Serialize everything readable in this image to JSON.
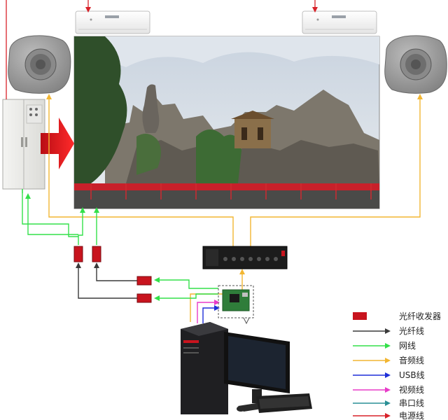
{
  "legend": {
    "items": [
      {
        "key": "fiber_transceiver",
        "label": "光纤收发器",
        "color": "#c8141e",
        "kind": "block"
      },
      {
        "key": "fiber_line",
        "label": "光纤线",
        "color": "#3a3a3a",
        "kind": "arrow"
      },
      {
        "key": "network_line",
        "label": "网线",
        "color": "#33e04a",
        "kind": "arrow"
      },
      {
        "key": "audio_line",
        "label": "音频线",
        "color": "#f2b632",
        "kind": "arrow"
      },
      {
        "key": "usb_line",
        "label": "USB线",
        "color": "#1e2fd8",
        "kind": "arrow"
      },
      {
        "key": "video_line",
        "label": "视频线",
        "color": "#e83cc8",
        "kind": "arrow"
      },
      {
        "key": "serial_line",
        "label": "串口线",
        "color": "#2a8f95",
        "kind": "arrow"
      },
      {
        "key": "power_line",
        "label": "电源线",
        "color": "#d8222a",
        "kind": "arrow"
      }
    ]
  },
  "colors": {
    "transceiver": "#c8141e",
    "fiber": "#3a3a3a",
    "network": "#33e04a",
    "audio": "#f2b632",
    "usb": "#1e2fd8",
    "video": "#e83cc8",
    "serial": "#2a8f95",
    "power": "#d8222a",
    "big_arrow": "#e8121a"
  }
}
